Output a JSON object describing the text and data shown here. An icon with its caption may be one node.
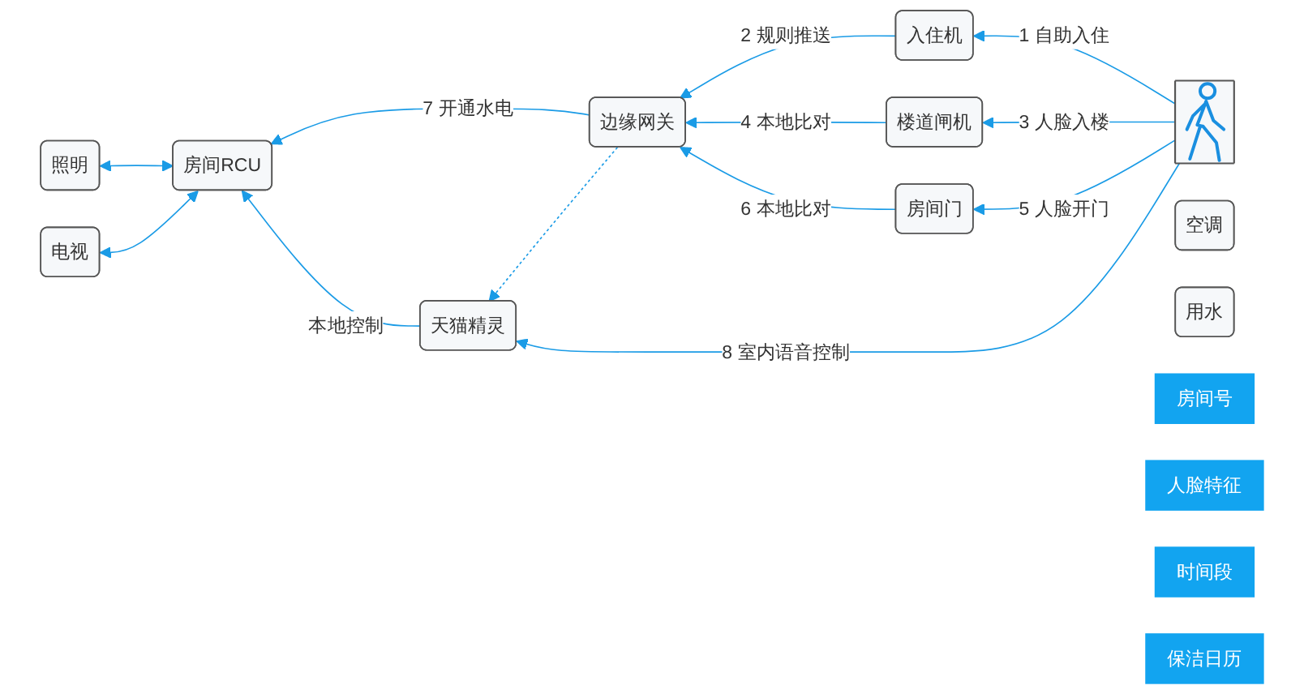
{
  "diagram": {
    "nodes": [
      {
        "text": [
          "天猫精灵"
        ]
      },
      {
        "text": [
          "入住机"
        ]
      },
      {
        "text": [],
        "shape": "person"
      },
      {
        "text": [
          "空调"
        ]
      },
      {
        "text": [
          "楼道闸机"
        ]
      },
      {
        "text": [
          "照明"
        ]
      },
      {
        "text": [
          "房间RCU"
        ]
      },
      {
        "text": [
          "边缘网关"
        ]
      },
      {
        "text": [
          "房间门"
        ]
      },
      {
        "text": [
          "电视"
        ]
      },
      {
        "text": [
          "用水"
        ]
      },
      {
        "text": [
          "房间号"
        ]
      },
      {
        "text": [
          "人脸特征"
        ]
      },
      {
        "text": [
          "时间段"
        ]
      },
      {
        "text": [
          "保洁日历"
        ]
      }
    ],
    "edges": [
      {
        "from": 2,
        "to": 1,
        "arrow": "to",
        "label": "1 自助入住"
      },
      {
        "from": 1,
        "to": 7,
        "arrow": "to",
        "label": "2 规则推送"
      },
      {
        "from": 2,
        "to": 4,
        "arrow": "to",
        "label": "3 人脸入楼"
      },
      {
        "from": 4,
        "to": 7,
        "arrow": "to",
        "label": "4 本地比对"
      },
      {
        "from": 2,
        "to": 8,
        "arrow": "to",
        "label": "5 人脸开门"
      },
      {
        "from": 8,
        "to": 7,
        "arrow": "to",
        "label": "6 本地比对"
      },
      {
        "from": 7,
        "to": 6,
        "arrow": "to",
        "label": "7 开通水电"
      },
      {
        "from": 2,
        "to": 0,
        "arrow": "to",
        "label": "8 室内语音控制"
      },
      {
        "from": 0,
        "to": 6,
        "arrow": "to",
        "label": "本地控制"
      },
      {
        "from": 7,
        "to": 0,
        "arrow": "to",
        "style": "dashed"
      },
      {
        "from": 6,
        "to": 5,
        "arrow": "both"
      },
      {
        "from": 6,
        "to": 9,
        "arrow": "both"
      }
    ]
  }
}
